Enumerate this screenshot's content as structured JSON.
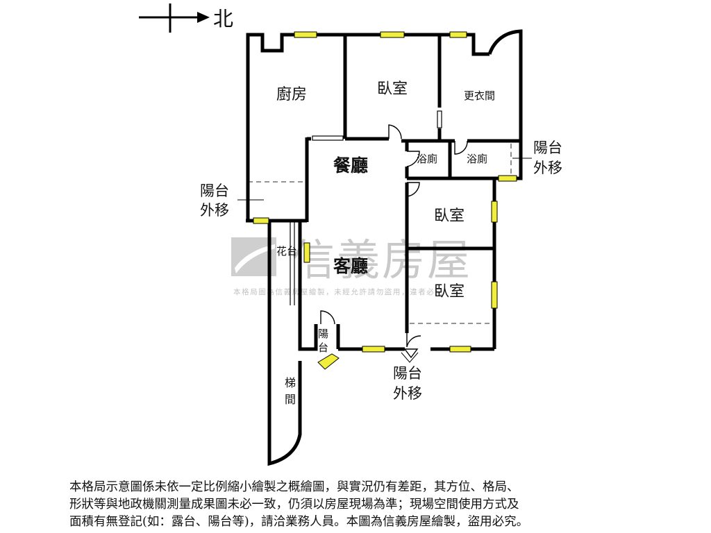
{
  "compass": {
    "label": "北"
  },
  "rooms": {
    "kitchen": "廚房",
    "bedroom_top": "臥室",
    "closet": "更衣間",
    "bath_left": "浴廁",
    "bath_right": "浴廁",
    "dining": "餐廳",
    "living": "客廳",
    "bedroom_mid": "臥室",
    "bedroom_low": "臥室",
    "planter": "花台",
    "stairs_1": "梯",
    "stairs_2": "間",
    "balcony_small_1": "陽",
    "balcony_small_2": "台"
  },
  "notes": {
    "left_1": "陽台",
    "left_2": "外移",
    "right_1": "陽台",
    "right_2": "外移",
    "bottom_1": "陽台",
    "bottom_2": "外移"
  },
  "watermark": {
    "brand": "信義房屋",
    "caption": "本格局圖為信義房屋繪製，未經允許請勿盜用，違者必究"
  },
  "disclaimer": {
    "line1": "本格局示意圖係未依一定比例縮小繪製之概繪圖，與實況仍有差距，其方位、格局、",
    "line2": "形狀等與地政機關測量成果圖未必一致，仍須以房屋現場為準；現場空間使用方式及",
    "line3": "面積有無登記(如：露台、陽台等)，請洽業務人員。本圖為信義房屋繪製，盜用必究。"
  },
  "colors": {
    "wall": "#000000",
    "window": "#f2ef3c",
    "dash": "#555555",
    "watermark": "#c9c9c9"
  }
}
